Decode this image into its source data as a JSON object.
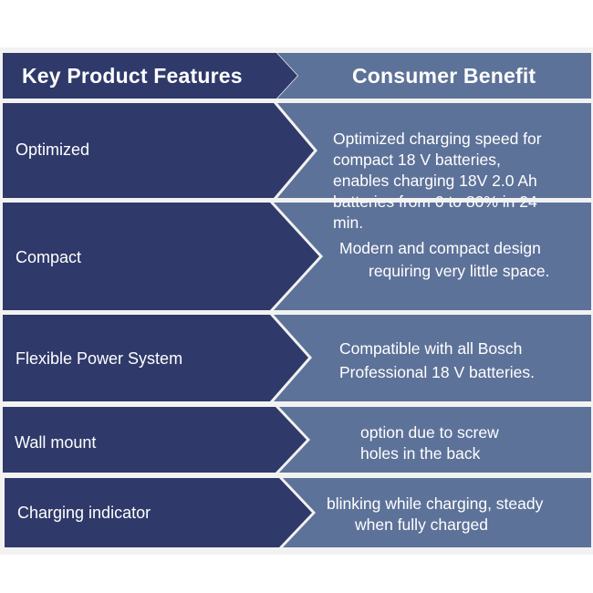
{
  "colors": {
    "feature_fill": "#2f3a6a",
    "benefit_fill": "#5d7299",
    "divider": "#f2f2f2",
    "text": "#ffffff"
  },
  "header": {
    "left": "Key Product Features",
    "right": "Consumer Benefit"
  },
  "rows": [
    {
      "feature": "Optimized",
      "benefit_lines": [
        "Optimized charging speed for",
        "compact 18 V batteries,",
        "enables charging 18V 2.0 Ah",
        "batteries from 0 to 80% in 24",
        "min."
      ]
    },
    {
      "feature": "Compact",
      "benefit_lines": [
        "Modern and compact design",
        "requiring very little space."
      ]
    },
    {
      "feature": "Flexible Power System",
      "benefit_lines": [
        "Compatible with all Bosch",
        "Professional 18 V batteries."
      ]
    },
    {
      "feature": "Wall mount",
      "benefit_lines": [
        "option due to screw",
        "holes in the back"
      ]
    },
    {
      "feature": "Charging indicator",
      "benefit_lines": [
        "blinking while charging, steady",
        "when fully charged"
      ]
    }
  ]
}
